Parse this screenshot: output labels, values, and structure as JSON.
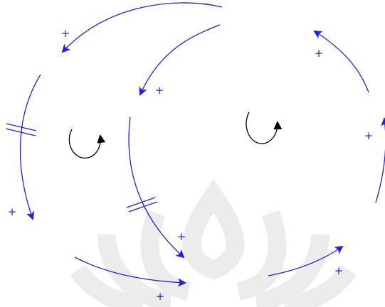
{
  "diagram": {
    "type": "causal-loop",
    "colors": {
      "link": "#1f1fe6",
      "loop": "#000000",
      "watermark": "#e8e8e8",
      "background": "#ffffff"
    },
    "signs": {
      "top_left_arc": "+",
      "top_middle_arc": "+",
      "top_right_arc": "+",
      "right_arc": "+",
      "left_arc": "+",
      "middle_arc": "+",
      "bottom_left_arc": "+",
      "bottom_right_arc": "+"
    },
    "delays": [
      "left-arc-delay",
      "middle-arc-delay"
    ],
    "loop_icons": [
      "loop-icon-left",
      "loop-icon-right"
    ]
  }
}
